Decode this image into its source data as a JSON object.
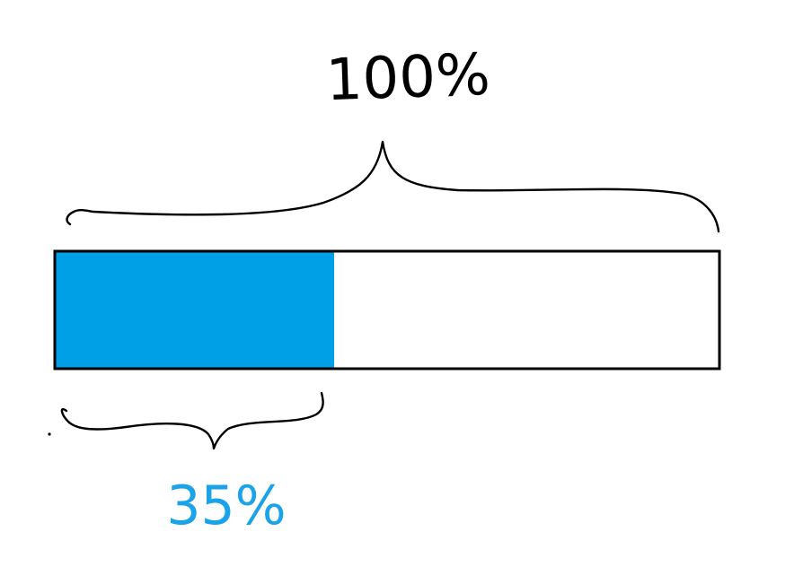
{
  "diagram": {
    "total_label": "100%",
    "part_label": "35%",
    "fill_fraction": 0.35,
    "colors": {
      "fill": "#00a0e6",
      "outline": "#000000",
      "part_label": "#1aa3e8",
      "background": "#ffffff"
    }
  }
}
